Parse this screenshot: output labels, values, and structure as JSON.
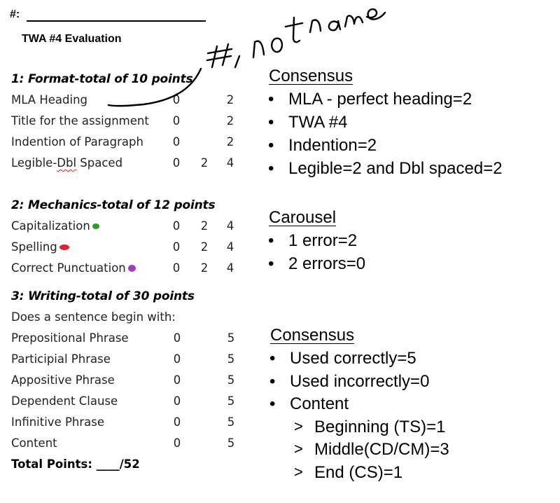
{
  "header": {
    "number_label": "#:",
    "title": "TWA #4 Evaluation"
  },
  "handwriting": {
    "note": "#, not name",
    "ink_color": "#000000"
  },
  "sections": [
    {
      "heading": "1: Format-total of 10 points",
      "rows": [
        {
          "label": "MLA Heading",
          "scores": [
            "0",
            "",
            "2"
          ]
        },
        {
          "label": "Title for the assignment",
          "scores": [
            "0",
            "",
            "2"
          ]
        },
        {
          "label": "Indention of Paragraph",
          "scores": [
            "0",
            "",
            "2"
          ]
        },
        {
          "label": "Legible-Dbl Spaced",
          "scores": [
            "0",
            "2",
            "4"
          ]
        }
      ]
    },
    {
      "heading": "2: Mechanics-total of 12 points",
      "rows": [
        {
          "label": "Capitalization",
          "marker_color": "#2a9d2a",
          "scores": [
            "0",
            "2",
            "4"
          ]
        },
        {
          "label": "Spelling",
          "marker_color": "#e0202a",
          "scores": [
            "0",
            "2",
            "4"
          ]
        },
        {
          "label": "Correct Punctuation",
          "marker_color": "#a03cc8",
          "scores": [
            "0",
            "2",
            "4"
          ]
        }
      ]
    },
    {
      "heading": "3: Writing-total of 30 points",
      "prompt": "Does a sentence begin with:",
      "rows": [
        {
          "label": "Prepositional Phrase",
          "scores": [
            "0",
            "",
            "5"
          ]
        },
        {
          "label": "Participial Phrase",
          "scores": [
            "0",
            "",
            "5"
          ]
        },
        {
          "label": "Appositive Phrase",
          "scores": [
            "0",
            "",
            "5"
          ]
        },
        {
          "label": "Dependent Clause",
          "scores": [
            "0",
            "",
            "5"
          ]
        },
        {
          "label": "Infinitive Phrase",
          "scores": [
            "0",
            "",
            "5"
          ]
        },
        {
          "label": "Content",
          "scores": [
            "0",
            "",
            "5"
          ]
        }
      ]
    }
  ],
  "total": "Total Points: ____/52",
  "panels": [
    {
      "heading": "Consensus",
      "bullets": [
        "MLA - perfect heading=2",
        "TWA #4",
        "Indention=2",
        "Legible=2 and Dbl spaced=2"
      ]
    },
    {
      "heading": "Carousel",
      "bullets": [
        "1 error=2",
        "2 errors=0"
      ]
    },
    {
      "heading": "Consensus",
      "bullets": [
        "Used correctly=5",
        "Used incorrectly=0",
        "Content"
      ],
      "subitems": [
        "Beginning (TS)=1",
        "Middle(CD/CM)=3",
        "End (CS)=1"
      ]
    }
  ]
}
